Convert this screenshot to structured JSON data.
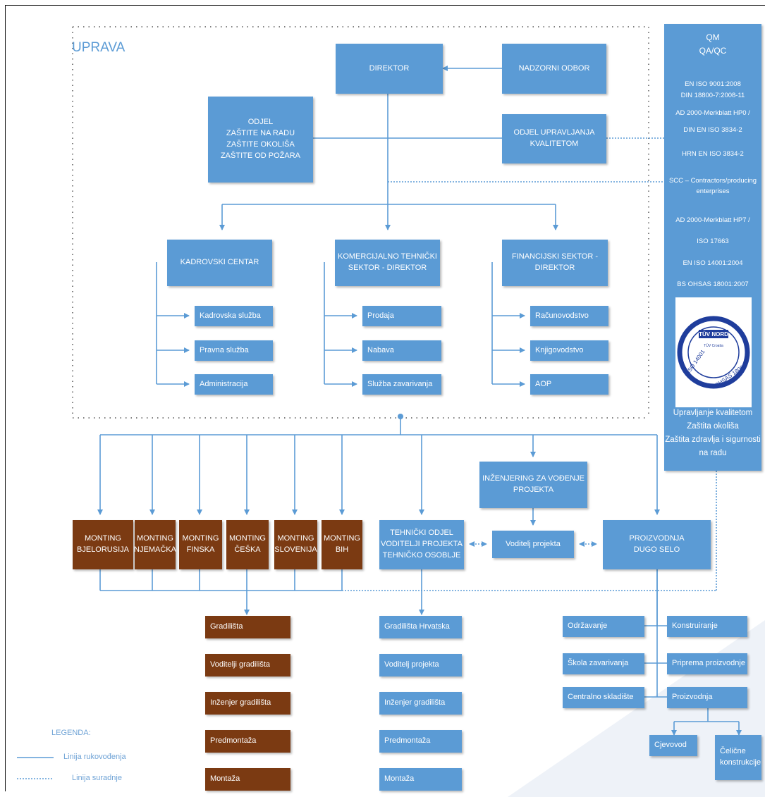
{
  "title": "UPRAVA",
  "colors": {
    "blue": "#5b9bd5",
    "brown": "#7b3a12",
    "line": "#5b9bd5"
  },
  "management": {
    "direktor": "DIREKTOR",
    "nadzorni_odbor": "NADZORNI ODBOR",
    "odjel_zastite": "ODJEL\nZAŠTITE NA RADU\nZAŠTITE OKOLIŠA\nZAŠTITE OD POŽARA",
    "odjel_kvalitete": "ODJEL UPRAVLJANJA\nKVALITETOM"
  },
  "sectors": {
    "kadrovski": {
      "label": "KADROVSKI CENTAR",
      "items": [
        "Kadrovska služba",
        "Pravna služba",
        "Administracija"
      ]
    },
    "komercijalni": {
      "label": "KOMERCIJALNO TEHNIČKI\nSEKTOR - DIREKTOR",
      "items": [
        "Prodaja",
        "Nabava",
        "Služba zavarivanja"
      ]
    },
    "financijski": {
      "label": "FINANCIJSKI SEKTOR - DIREKTOR",
      "items": [
        "Računovodstvo",
        "Knjigovodstvo",
        "AOP"
      ]
    }
  },
  "qm_panel": {
    "title": "QM\nQA/QC",
    "standards": [
      "EN ISO 9001:2008",
      "DIN 18800-7:2008-11",
      "AD 2000-Merkblatt HP0 /",
      "DIN EN ISO 3834-2",
      "HRN EN ISO 3834-2",
      "SCC – Contractors/producing",
      "enterprises",
      "AD 2000-Merkblatt HP7 /",
      "ISO 17663",
      "EN ISO 14001:2004",
      "BS OHSAS 18001:2007"
    ],
    "logo_text": "TÜV NORD",
    "footer": "Upravljanje kvalitetom\nZaštita okoliša\nZaštita zdravlja i sigurnosti\nna radu"
  },
  "montings": [
    "MONTING\nBJELORUSIJA",
    "MONTING\nNJEMAČKA",
    "MONTING\nFINSKA",
    "MONTING\nČEŠKA",
    "MONTING\nSLOVENIJA",
    "MONTING\nBIH"
  ],
  "monting_items": [
    "Gradilišta",
    "Voditelji gradilišta",
    "Inženjer gradilišta",
    "Predmontaža",
    "Montaža"
  ],
  "tehnicki": {
    "label": "TEHNIČKI ODJEL\nVODITELJI PROJEKTA\nTEHNIČKO OSOBLJE",
    "items": [
      "Gradilišta Hrvatska",
      "Voditelj projekta",
      "Inženjer gradilišta",
      "Predmontaža",
      "Montaža"
    ]
  },
  "inzenjering": "INŽENJERING ZA VOĐENJE\nPROJEKTA",
  "voditelj_projekta": "Voditelj projekta",
  "proizvodnja": {
    "label": "PROIZVODNJA\nDUGO SELO",
    "left_items": [
      "Održavanje",
      "Škola zavarivanja",
      "Centralno skladište"
    ],
    "right_items": [
      "Konstruiranje",
      "Priprema proizvodnje",
      "Proizvodnja"
    ],
    "bottom_items": [
      "Cjevovod",
      "Čelične\nkonstrukcije"
    ]
  },
  "legend": {
    "title": "LEGENDA:",
    "solid": "Linija rukovođenja",
    "dotted": "Linija suradnje"
  }
}
